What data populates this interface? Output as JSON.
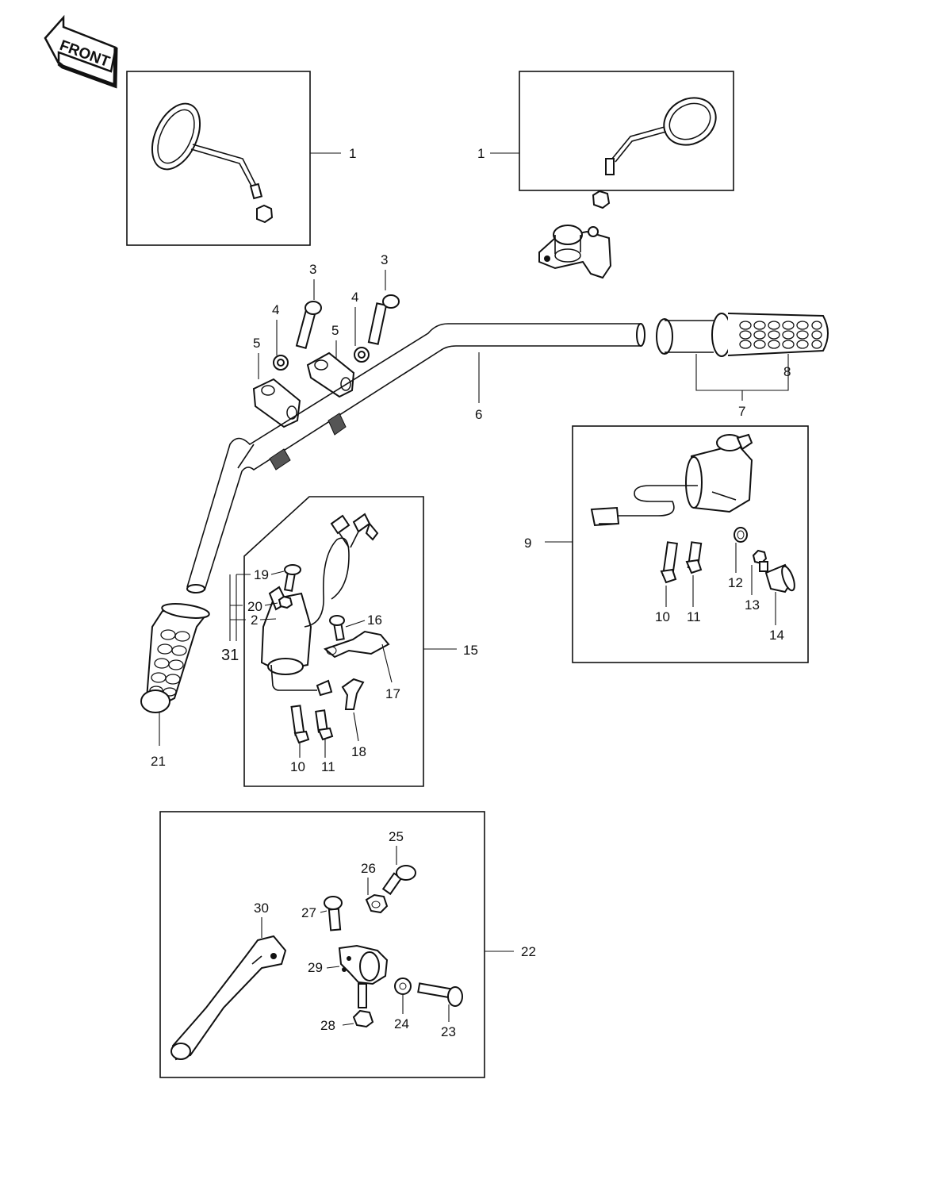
{
  "front_badge": {
    "text": "FRONT",
    "icon": "front-arrow-icon"
  },
  "callouts": {
    "mirror_left": "1",
    "mirror_right": "1",
    "holder_bolt_a": "3",
    "holder_bolt_b": "3",
    "washer_a": "4",
    "washer_b": "4",
    "holder_a": "5",
    "holder_b": "5",
    "handlebar": "6",
    "throttle_grip_assy": "7",
    "grip_right": "8",
    "switch_right": "9",
    "screw_10_right": "10",
    "screw_11_right": "11",
    "ring_12": "12",
    "knob_13": "13",
    "cap_14": "14",
    "switch_left": "15",
    "screw_16": "16",
    "clamp_17": "17",
    "clamp_18": "18",
    "screw_19": "19",
    "nut_20": "20",
    "part_2": "2",
    "assy_31": "31",
    "screw_10_left": "10",
    "screw_11_left": "11",
    "grip_left": "21",
    "lever_assy": "22",
    "bolt_23": "23",
    "nut_24": "24",
    "bolt_25": "25",
    "nut_26": "26",
    "bolt_27": "27",
    "nut_28": "28",
    "bracket_29": "29",
    "lever_30": "30"
  }
}
